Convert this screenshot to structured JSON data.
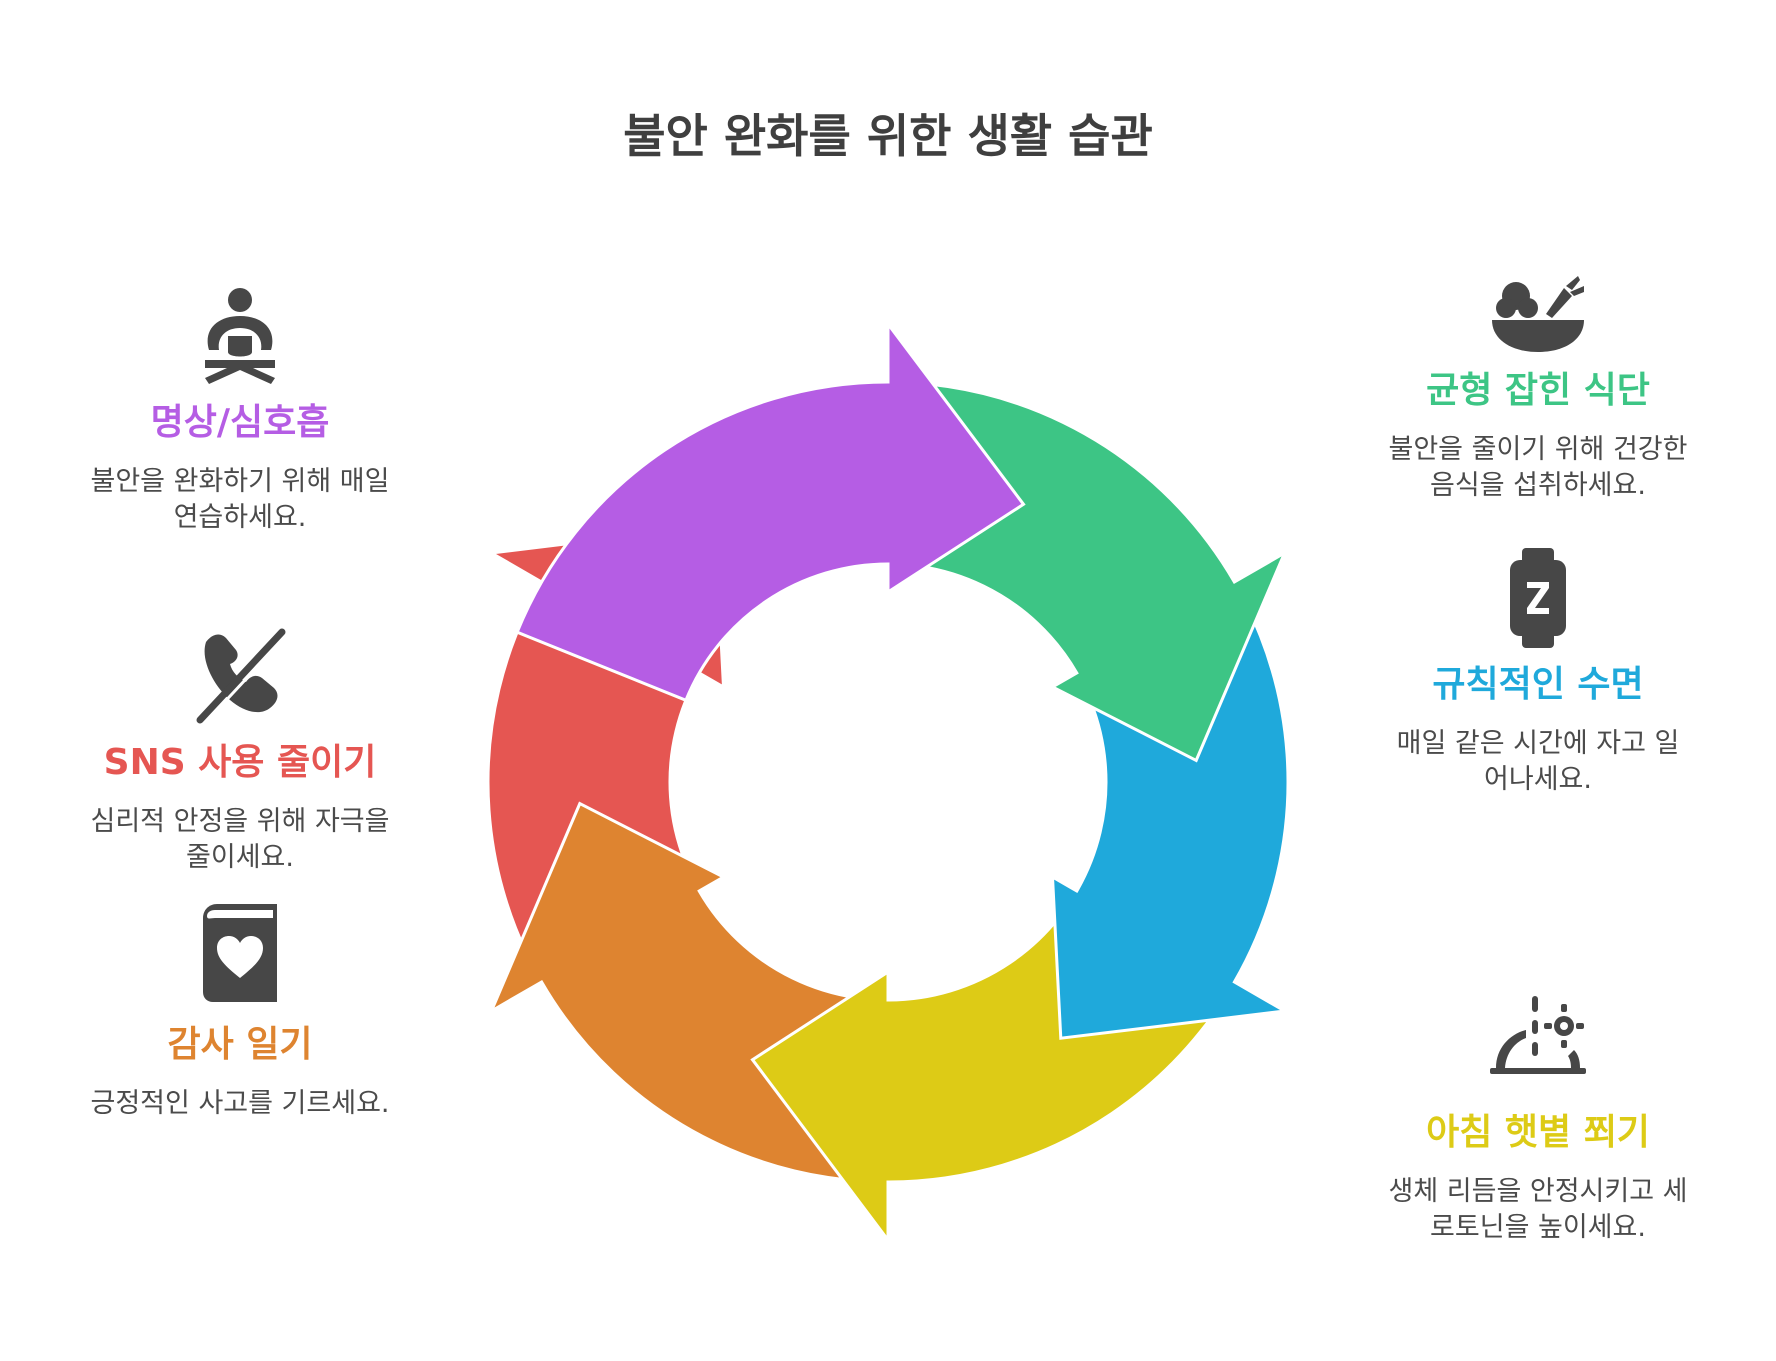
{
  "title": "불안 완화를 위한 생활 습관",
  "habits": [
    {
      "title": "명상/심호흡",
      "description": "불안을 완화하기 위해 매일 연습하세요.",
      "color": "#B55DE4",
      "icon": "meditation-icon"
    },
    {
      "title": "균형 잡힌 식단",
      "description": "불안을 줄이기 위해 건강한 음식을 섭취하세요.",
      "color": "#3DC585",
      "icon": "salad-bowl-icon"
    },
    {
      "title": "규칙적인 수면",
      "description": "매일 같은 시간에 자고 일어나세요.",
      "color": "#1FA9DB",
      "icon": "sleep-watch-icon"
    },
    {
      "title": "아침 햇볕 쬐기",
      "description": "생체 리듬을 안정시키고 세로토닌을 높이세요.",
      "color": "#DDCB16",
      "icon": "sunrise-icon"
    },
    {
      "title": "감사 일기",
      "description": "긍정적인 사고를 기르세요.",
      "color": "#DE8430",
      "icon": "heart-journal-icon"
    },
    {
      "title": "SNS 사용 줄이기",
      "description": "심리적 안정을 위해 자극을 줄이세요.",
      "color": "#E55652",
      "icon": "no-phone-icon"
    }
  ],
  "icon_color": "#474747"
}
